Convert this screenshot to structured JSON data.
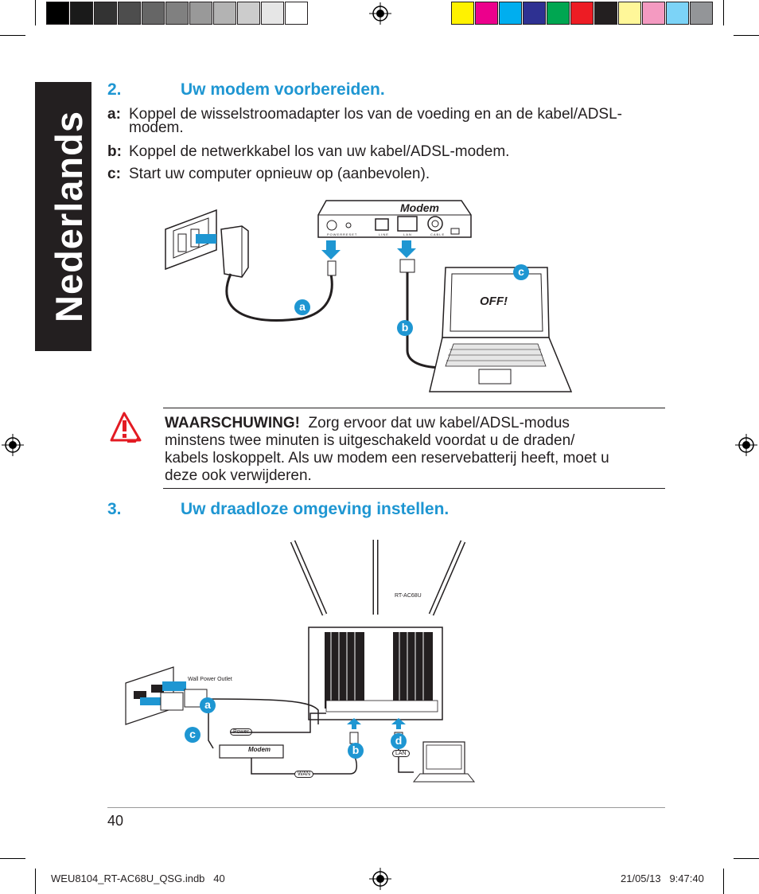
{
  "sidebar": {
    "language": "Nederlands"
  },
  "color_bar": {
    "grays": [
      "#000000",
      "#1a1a1a",
      "#333333",
      "#4d4d4d",
      "#666666",
      "#808080",
      "#999999",
      "#b3b3b3",
      "#cccccc",
      "#e6e6e6",
      "#ffffff"
    ],
    "colors": [
      "#fff200",
      "#ec008c",
      "#00aeef",
      "#2e3192",
      "#00a651",
      "#ed1c24",
      "#231f20",
      "#fff799",
      "#f49ac1",
      "#7cd3f7",
      "#939598"
    ]
  },
  "section2": {
    "number": "2.",
    "title": "Uw modem voorbereiden.",
    "items": [
      {
        "label": "a:",
        "text": "Koppel de wisselstroomadapter los van de voeding en an de kabel/ADSL-",
        "cont": "modem."
      },
      {
        "label": "b:",
        "text": "Koppel de netwerkkabel los van uw kabel/ADSL-modem."
      },
      {
        "label": "c:",
        "text": "Start uw computer opnieuw op (aanbevolen)."
      }
    ],
    "diagram": {
      "modem_label": "Modem",
      "port_labels": [
        "POWER",
        "RESET",
        "LINE",
        "LAN",
        "CABLE"
      ],
      "off_label": "OFF!",
      "callouts": [
        "a",
        "b",
        "c"
      ]
    }
  },
  "warning": {
    "title": "WAARSCHUWING!",
    "lines": [
      "Zorg ervoor dat uw kabel/ADSL-modus",
      "minstens twee minuten is uitgeschakeld voordat u de draden/",
      "kabels loskoppelt. Als uw modem een reservebatterij heeft, moet u",
      "deze ook verwijderen."
    ]
  },
  "section3": {
    "number": "3.",
    "title": "Uw draadloze omgeving instellen.",
    "diagram": {
      "router_model": "RT-AC68U",
      "wall_outlet": "Wall Power Outlet",
      "power": "Power",
      "modem": "Modem",
      "wan": "WAN",
      "lan": "LAN",
      "callouts": [
        "a",
        "b",
        "c",
        "d"
      ]
    }
  },
  "footer": {
    "page_number": "40",
    "file": "WEU8104_RT-AC68U_QSG.indb   40",
    "timestamp": "21/05/13   9:47:40"
  }
}
